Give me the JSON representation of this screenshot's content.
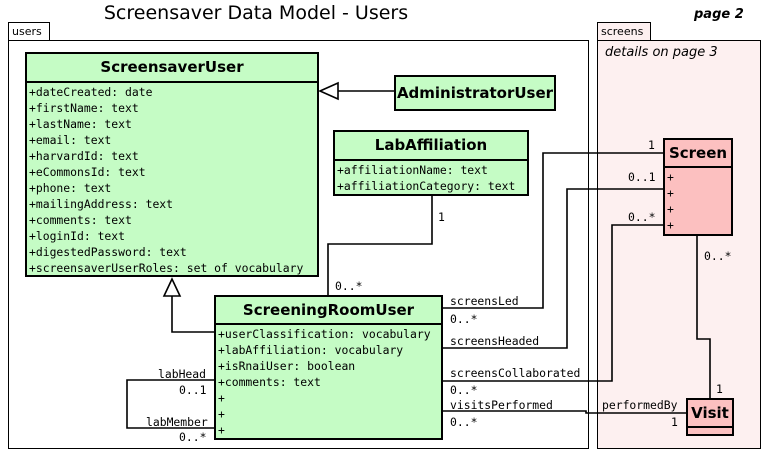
{
  "title": "Screensaver Data Model - Users",
  "page_label": "page 2",
  "packages": {
    "users": {
      "tab": "users"
    },
    "screens": {
      "tab": "screens",
      "note": "details on page 3"
    }
  },
  "classes": {
    "screensaver_user": {
      "name": "ScreensaverUser",
      "attributes": [
        "+dateCreated: date",
        "+firstName: text",
        "+lastName: text",
        "+email: text",
        "+harvardId: text",
        "+eCommonsId: text",
        "+phone: text",
        "+mailingAddress: text",
        "+comments: text",
        "+loginId: text",
        "+digestedPassword: text",
        "+screensaverUserRoles: set of vocabulary"
      ]
    },
    "administrator_user": {
      "name": "AdministratorUser"
    },
    "lab_affiliation": {
      "name": "LabAffiliation",
      "attributes": [
        "+affiliationName: text",
        "+affiliationCategory: text"
      ]
    },
    "screening_room_user": {
      "name": "ScreeningRoomUser",
      "attributes": [
        "+userClassification: vocabulary",
        "+labAffiliation: vocabulary",
        "+isRnaiUser: boolean",
        "+comments: text",
        "+",
        "+",
        "+"
      ]
    },
    "screen": {
      "name": "Screen",
      "attributes": [
        "+",
        "+",
        "+",
        "+"
      ]
    },
    "visit": {
      "name": "Visit"
    }
  },
  "associations": {
    "lab_affiliation_mult": "1",
    "sru_affiliation_mult": "0..*",
    "screens_led": "screensLed",
    "screens_led_mult": "0..*",
    "screen_led_mult": "1",
    "screens_headed": "screensHeaded",
    "screen_headed_mult": "0..1",
    "screens_collaborated": "screensCollaborated",
    "screens_collab_mult": "0..*",
    "screen_collab_mult": "0..*",
    "visits_performed": "visitsPerformed",
    "visits_performed_mult": "0..*",
    "performed_by": "performedBy",
    "performed_by_mult": "1",
    "screen_visit_mult": "0..*",
    "visit_screen_mult": "1",
    "lab_head": "labHead",
    "lab_head_mult": "0..1",
    "lab_member": "labMember",
    "lab_member_mult": "0..*"
  }
}
